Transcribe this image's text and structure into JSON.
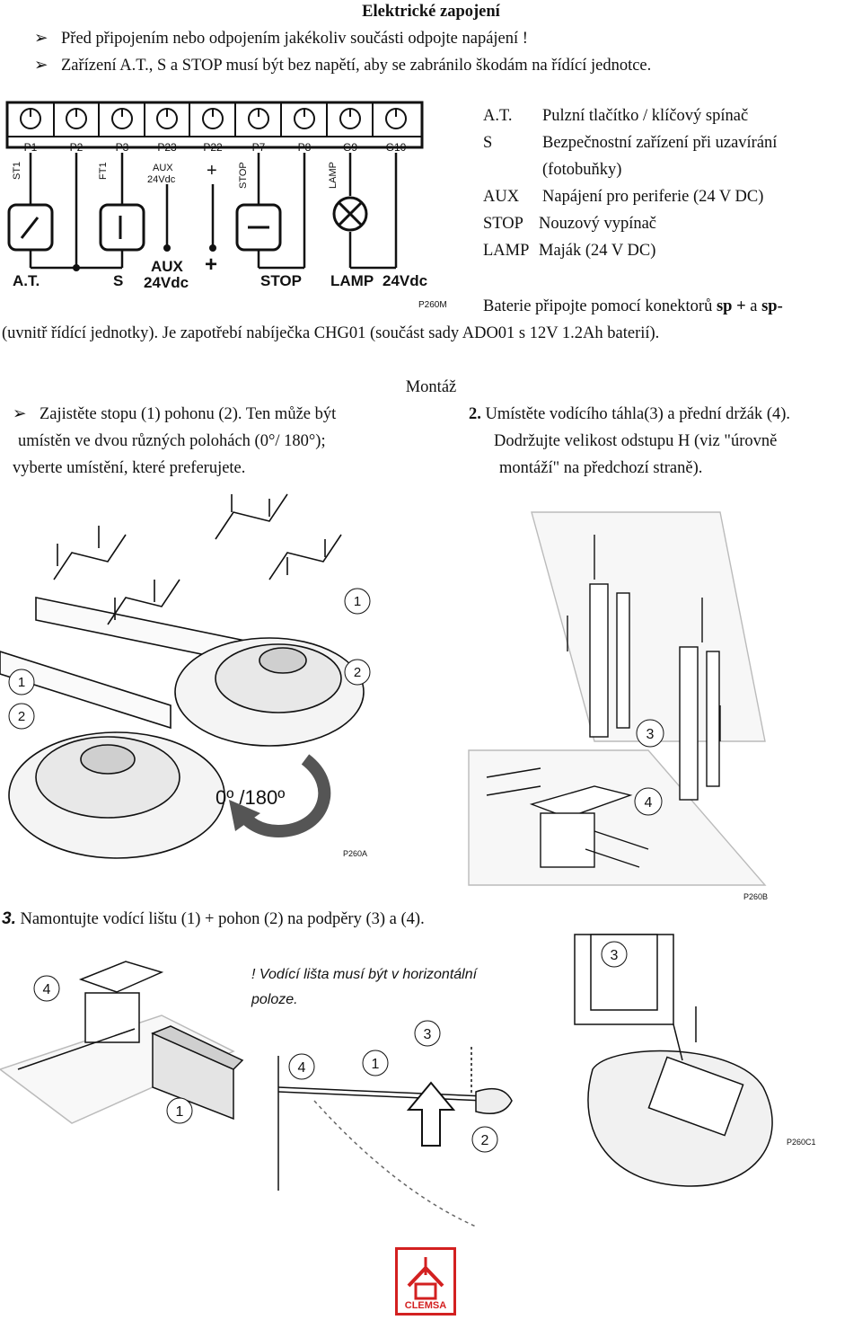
{
  "header": {
    "title": "Elektrické zapojení",
    "bullets": [
      "Před připojením nebo odpojením jakékoliv součásti odpojte napájení !",
      "Zařízení A.T., S a STOP musí být bez napětí, aby se zabránilo škodám na řídící jednotce."
    ],
    "bullet_glyph": "➢"
  },
  "wiring": {
    "terminals": [
      "P1",
      "P2",
      "P3",
      "P23",
      "P22",
      "P7",
      "P8",
      "G9",
      "G10"
    ],
    "small_labels": [
      "ST1",
      "FT1",
      "AUX",
      "24Vdc",
      "+",
      "STOP",
      "LAMP"
    ],
    "big_labels": [
      "A.T.",
      "S",
      "AUX",
      "24Vdc",
      "+",
      "STOP",
      "LAMP",
      "24Vdc"
    ],
    "figure_code": "P260M"
  },
  "legend": [
    {
      "key": "A.T.",
      "value": "Pulzní tlačítko / klíčový spínač"
    },
    {
      "key": "S",
      "value": "Bezpečnostní zařízení při uzavírání"
    },
    {
      "key": "",
      "value": "(fotobuňky)"
    },
    {
      "key": "AUX",
      "value": "Napájení pro periferie (24 V DC)"
    },
    {
      "key": "STOP",
      "value": "Nouzový vypínač"
    },
    {
      "key": "LAMP",
      "value": "Maják (24 V DC)"
    }
  ],
  "battery": {
    "line1_a": "Baterie připojte pomocí konektorů ",
    "line1_b": "sp +",
    "line1_c": " a ",
    "line1_d": "sp-",
    "line2": "(uvnitř řídící jednotky). Je zapotřebí nabíječka CHG01 (součást sady ADO01 s 12V 1.2Ah baterií)."
  },
  "montaz": {
    "title": "Montáž",
    "left_lines": [
      "Zajistěte stopu (1) pohonu (2). Ten může být",
      "umístěn ve dvou různých polohách (0°/ 180°);",
      "vyberte umístění, které preferujete."
    ],
    "right_num": "2.",
    "right_lines": [
      "Umístěte vodícího táhla(3) a přední držák (4).",
      "Dodržujte velikost odstupu H (viz \"úrovně",
      "montáží\" na předchozí straně)."
    ],
    "fig_a_code": "P260A",
    "fig_a_rotation": "0º /180º",
    "fig_b_code": "P260B",
    "callouts_a": [
      "1",
      "2",
      "1",
      "2"
    ],
    "callouts_b": [
      "3",
      "4"
    ]
  },
  "step3": {
    "num": "3.",
    "text": "Namontujte vodící lištu (1) + pohon (2) na podpěry (3) a (4).",
    "note_line1": "! Vodící lišta musí být v horizontální",
    "note_line2": "poloze.",
    "fig_code": "P260C1",
    "callouts_left": [
      "4",
      "1"
    ],
    "callouts_mid": [
      "3",
      "4",
      "1",
      "2"
    ],
    "callouts_right": [
      "3"
    ]
  },
  "logo": {
    "text": "CLEMSA",
    "color": "#d32020"
  }
}
